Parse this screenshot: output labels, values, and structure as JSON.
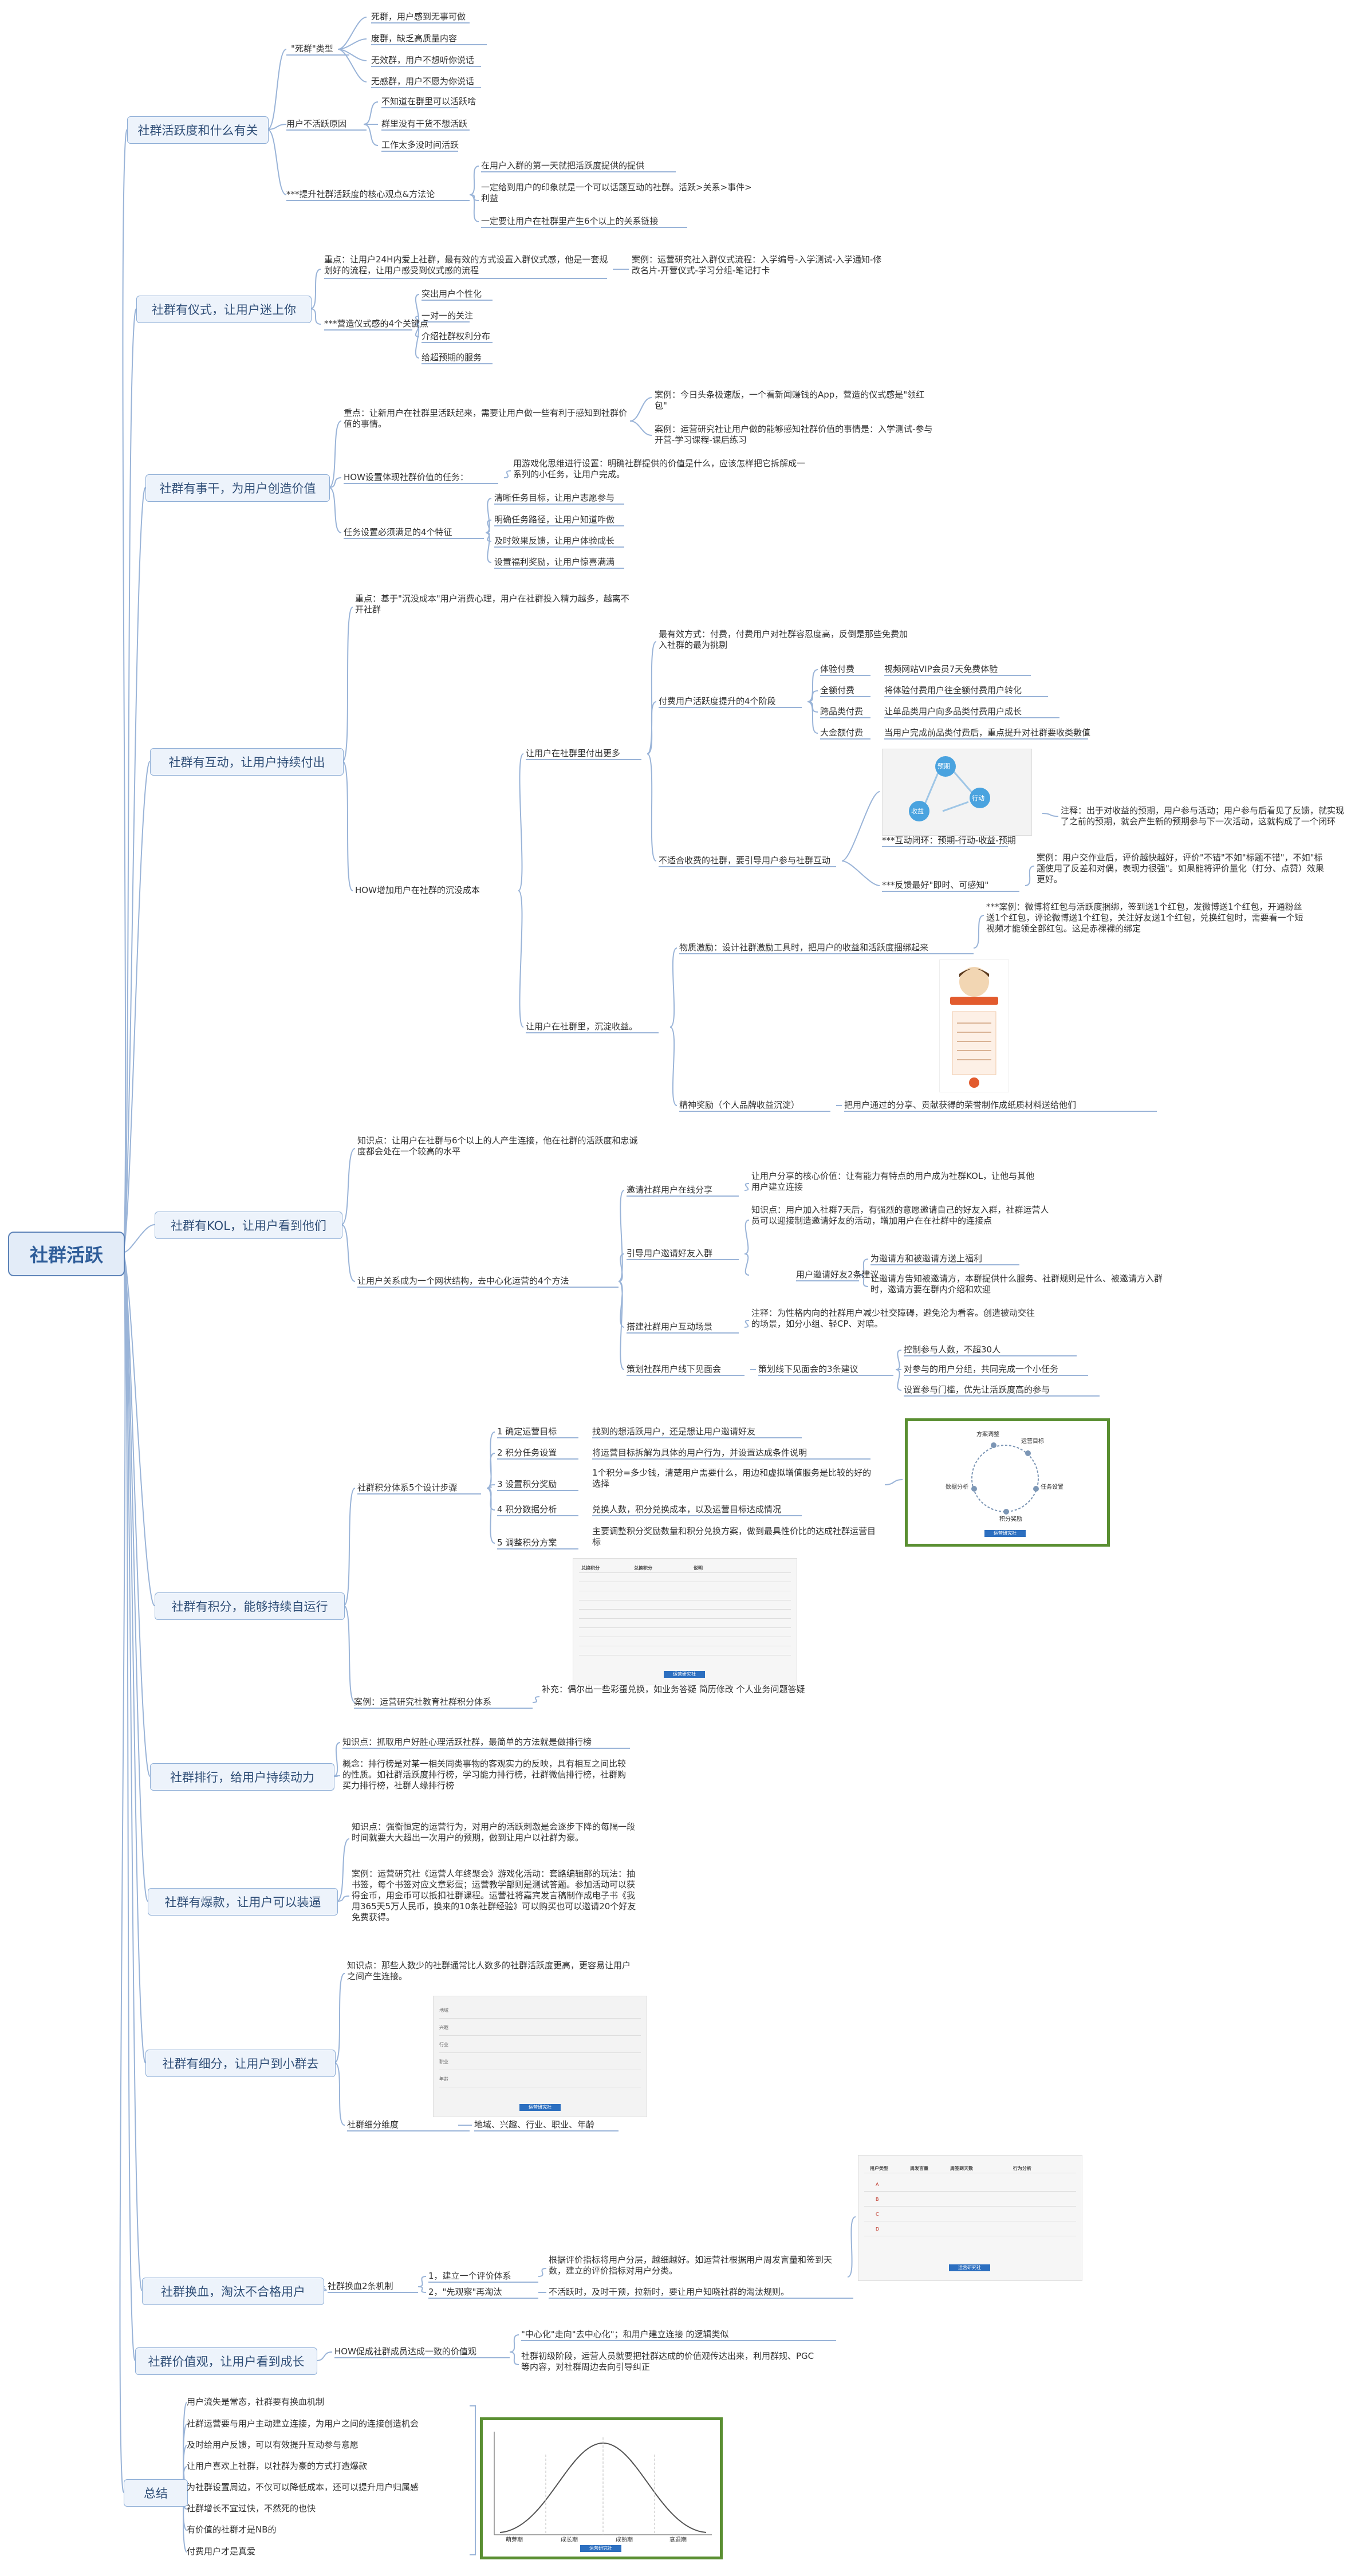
{
  "root": "社群活跃",
  "sections": {
    "s1": {
      "title": "社群活跃度和什么有关",
      "dead_type_label": "\"死群\"类型",
      "dead_types": [
        "死群，用户感到无事可做",
        "废群，缺乏高质量内容",
        "无效群，用户不想听你说话",
        "无感群，用户不愿为你说话"
      ],
      "reason_label": "用户不活跃原因",
      "reasons": [
        "不知道在群里可以活跃啥",
        "群里没有干货不想活跃",
        "工作太多没时间活跃"
      ],
      "core_label": "***提升社群活跃度的核心观点&方法论",
      "core": [
        "在用户入群的第一天就把活跃度提供的提供",
        "一定给到用户的印象就是一个可以话题互动的社群。活跃>关系>事件>利益",
        "一定要让用户在社群里产生6个以上的关系链接"
      ]
    },
    "s2": {
      "title": "社群有仪式，让用户迷上你",
      "focus": "重点：让用户24H内爱上社群，最有效的方式设置入群仪式感，他是一套规划好的流程，让用户感受到仪式感的流程",
      "case": "案例：运营研究社入群仪式流程：入学编号-入学测试-入学通知-修改名片-开营仪式-学习分组-笔记打卡",
      "key_label": "***营造仪式感的4个关键点",
      "keys": [
        "突出用户个性化",
        "一对一的关注",
        "介绍社群权利分布",
        "给超预期的服务"
      ]
    },
    "s3": {
      "title": "社群有事干，为用户创造价值",
      "focus": "重点：让新用户在社群里活跃起来，需要让用户做一些有利于感知到社群价值的事情。",
      "case1": "案例：今日头条极速版，一个看新闻赚钱的App，营造的仪式感是\"领红包\"",
      "case2": "案例：运营研究社让用户做的能够感知社群价值的事情是：入学测试-参与开营-学习课程-课后练习",
      "how_label": "HOW设置体现社群价值的任务：",
      "how": "用游戏化思维进行设置：明确社群提供的价值是什么，应该怎样把它拆解成一系列的小任务，让用户完成。",
      "feat_label": "任务设置必须满足的4个特征",
      "feats": [
        "清晰任务目标，让用户志愿参与",
        "明确任务路径，让用户知道咋做",
        "及时效果反馈，让用户体验成长",
        "设置福利奖励，让用户惊喜满满"
      ]
    },
    "s4": {
      "title": "社群有互动，让用户持续付出",
      "focus": "重点：基于\"沉没成本\"用户消费心理，用户在社群投入精力越多，越离不开社群",
      "how_label": "HOW增加用户在社群的沉没成本",
      "pay_label": "让用户在社群里付出更多",
      "best": "最有效方式：付费，付费用户对社群容忍度高，反倒是那些免费加入社群的最为挑剔",
      "stage_label": "付费用户活跃度提升的4个阶段",
      "stages": [
        {
          "name": "体验付费",
          "desc": "视频网站VIP会员7天免费体验"
        },
        {
          "name": "全额付费",
          "desc": "将体验付费用户往全额付费用户转化"
        },
        {
          "name": "跨品类付费",
          "desc": "让单品类用户向多品类付费用户成长"
        },
        {
          "name": "大金额付费",
          "desc": "当用户完成前品类付费后，重点提升对社群要收类敷值"
        }
      ],
      "free_label": "不适合收费的社群，要引导用户参与社群互动",
      "loop_label": "***互动闭环：预期-行动-收益-预期",
      "loop_note": "注释：出于对收益的预期，用户参与活动；用户参与后看见了反馈，就实现了之前的预期，就会产生新的预期参与下一次活动，这就构成了一个闭环",
      "loop_nodes": [
        "预期",
        "行动",
        "收益"
      ],
      "feedback_label": "***反馈最好\"即时、可感知\"",
      "feedback_case": "案例：用户交作业后，评价越快越好，评价\"不错\"不如\"标题不错\"，不如\"标题使用了反差和对偶，表现力很强\"。如果能将评价量化（打分、点赞）效果更好。",
      "sink_label": "让用户在社群里，沉淀收益。",
      "material": "物质激励：设计社群激励工具时，把用户的收益和活跃度捆绑起来",
      "material_case": "***案例：微博将红包与活跃度捆绑，签到送1个红包，发微博送1个红包，开通粉丝送1个红包，评论微博送1个红包，关注好友送1个红包，兑换红包时，需要看一个短视频才能领全部红包。这是赤裸裸的绑定",
      "spirit": "精神奖励（个人品牌收益沉淀）",
      "spirit_desc": "把用户通过的分享、贡献获得的荣誉制作成纸质材料送给他们"
    },
    "s5": {
      "title": "社群有KOL，让用户看到他们",
      "know": "知识点：让用户在社群与6个以上的人产生连接，他在社群的活跃度和忠诚度都会处在一个较高的水平",
      "way_label": "让用户关系成为一个网状结构，去中心化运营的4个方法",
      "share_label": "邀请社群用户在线分享",
      "share_desc": "让用户分享的核心价值：让有能力有特点的用户成为社群KOL，让他与其他用户建立连接",
      "invite_label": "引导用户邀请好友入群",
      "invite_know": "知识点：用户加入社群7天后，有强烈的意愿邀请自己的好友入群，社群运营人员可以迎接制造邀请好友的活动，增加用户在在社群中的连接点",
      "invite_sug_label": "用户邀请好友2条建议",
      "invite_sugs": [
        "为邀请方和被邀请方送上福利",
        "让邀请方告知被邀请方，本群提供什么服务、社群规则是什么、被邀请方入群时，邀请方要在群内介绍和欢迎"
      ],
      "scene_label": "搭建社群用户互动场景",
      "scene_desc": "注释：为性格内向的社群用户减少社交障碍，避免沦为看客。创造被动交往的场景，如分小组、轻CP、对暗。",
      "offline_label": "策划社群用户线下见面会",
      "offline_sug_label": "策划线下见面会的3条建议",
      "offline_sugs": [
        "控制参与人数，不超30人",
        "对参与的用户分组，共同完成一个小任务",
        "设置参与门槛，优先让活跃度高的参与"
      ]
    },
    "s6": {
      "title": "社群有积分，能够持续自运行",
      "design_label": "社群积分体系5个设计步骤",
      "steps": [
        {
          "name": "1 确定运营目标",
          "desc": "找到的想活跃用户，还是想让用户邀请好友"
        },
        {
          "name": "2 积分任务设置",
          "desc": "将运营目标拆解为具体的用户行为，并设置达成条件说明"
        },
        {
          "name": "3 设置积分奖励",
          "desc": "1个积分=多少钱，清楚用户需要什么，用边和虚拟增值服务是比较的好的选择"
        },
        {
          "name": "4 积分数据分析",
          "desc": "兑换人数，积分兑换成本，以及运营目标达成情况"
        },
        {
          "name": "5 调整积分方案",
          "desc": "主要调整积分奖励数量和积分兑换方案，做到最具性价比的达成社群运营目标"
        }
      ],
      "cycle_nodes": [
        "方案调整",
        "运营目标",
        "任务设置",
        "积分奖励",
        "数据分析"
      ],
      "case_label": "案例：运营研究社教育社群积分体系",
      "case_note": "补充：偶尔出一些彩蛋兑换，如业务答疑 简历修改 个人业务问题答疑",
      "table_head": [
        "兑换积分",
        "兑换积分",
        "说明"
      ],
      "thumb_button": "运营研究社"
    },
    "s7": {
      "title": "社群排行，给用户持续动力",
      "know": "知识点：抓取用户好胜心理活跃社群，最简单的方法就是做排行榜",
      "concept": "概念：排行榜是对某一相关同类事物的客观实力的反映，具有相互之间比较的性质。如社群活跃度排行榜，学习能力排行榜，社群微信排行榜，社群购买力排行榜，社群人缘排行榜"
    },
    "s8": {
      "title": "社群有爆款，让用户可以装逼",
      "know": "知识点：强衡恒定的运营行为，对用户的活跃刺激是会逐步下降的每隔一段时间就要大大超出一次用户的预期，做到让用户以社群为豪。",
      "case": "案例：运营研究社《运营人年终聚会》游戏化活动：套路编辑部的玩法：抽书签，每个书签对应文章彩蛋；运营教学部则是测试答题。参加活动可以获得金币，用金币可以抵扣社群课程。运营社将嘉宾发言稿制作成电子书《我用365天5万人民币，换来的10条社群经验》可以购买也可以邀请20个好友免费获得。"
    },
    "s9": {
      "title": "社群有细分，让用户到小群去",
      "know": "知识点：那些人数少的社群通常比人数多的社群活跃度更高，更容易让用户之间产生连接。",
      "dim_label": "社群细分维度",
      "dims": "地域、兴趣、行业、职业、年龄",
      "rows": [
        "地域",
        "兴趣",
        "行业",
        "职业",
        "年龄"
      ]
    },
    "s10": {
      "title": "社群换血，淘汰不合格用户",
      "mech_label": "社群换血2条机制",
      "m1": "1，建立一个评价体系",
      "m1_desc": "根据评价指标将用户分层，越细越好。如运营社根据用户周发言量和签到天数，建立的评价指标对用户分类。",
      "m2": "2，\"先观察\"再淘汰",
      "m2_desc": "不活跃时，及时干预，拉新时，要让用户知晓社群的淘汰规则。",
      "grade_head": [
        "用户类型",
        "周发言量",
        "周签到天数",
        "行为分析"
      ],
      "grades": [
        "A",
        "B",
        "C",
        "D"
      ]
    },
    "s11": {
      "title": "社群价值观，让用户看到成长",
      "how_label": "HOW促成社群成员达成一致的价值观",
      "v1": "\"中心化\"走向\"去中心化\"；和用户建立连接 的逻辑类似",
      "v2": "社群初级阶段，运营人员就要把社群达成的价值观传达出来，利用群规、PGC等内容，对社群周边去向引导纠正"
    },
    "s12": {
      "title": "总结",
      "items": [
        "用户流失是常态，社群要有换血机制",
        "社群运营要与用户主动建立连接，为用户之间的连接创造机会",
        "及时给用户反馈，可以有效提升互动参与意愿",
        "让用户喜欢上社群，以社群为豪的方式打造爆款",
        "为社群设置周边，不仅可以降低成本，还可以提升用户归属感",
        "社群增长不宜过快，不然死的也快",
        "有价值的社群才是NB的",
        "付费用户才是真爱"
      ],
      "curve_labels": [
        "萌芽期",
        "成长期",
        "成熟期",
        "衰退期"
      ]
    }
  },
  "colors": {
    "line": "#9ab4d8",
    "node_border": "#8eaed6",
    "root_fill": "#e3ecf8",
    "green": "#5a8f32",
    "button": "#2c6fc0"
  }
}
